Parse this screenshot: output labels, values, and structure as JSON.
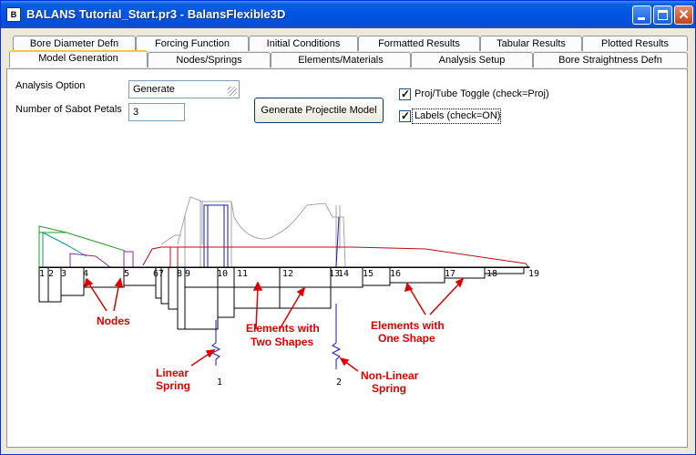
{
  "window": {
    "title": "BALANS Tutorial_Start.pr3 - BalansFlexible3D"
  },
  "tabs_back": [
    "Bore Diameter Defn",
    "Forcing Function",
    "Initial Conditions",
    "Formatted Results",
    "Tabular Results",
    "Plotted Results"
  ],
  "tabs_front": [
    "Model Generation",
    "Nodes/Springs",
    "Elements/Materials",
    "Analysis Setup",
    "Bore Straightness Defn"
  ],
  "active_tab": "Model Generation",
  "form": {
    "analysis_option_label": "Analysis Option",
    "analysis_option_value": "Generate",
    "sabot_petals_label": "Number of Sabot Petals",
    "sabot_petals_value": "3",
    "generate_button": "Generate Projectile Model",
    "proj_tube_toggle": "Proj/Tube Toggle (check=Proj)",
    "labels_toggle": "Labels (check=ON)",
    "proj_tube_checked": true,
    "labels_checked": true
  },
  "diagram": {
    "node_labels": [
      "1",
      "2",
      "3",
      "4",
      "5",
      "6",
      "7",
      "8",
      "9",
      "10",
      "11",
      "12",
      "13",
      "14",
      "15",
      "16",
      "17",
      "18",
      "19"
    ],
    "spring_labels": [
      "1",
      "2"
    ],
    "annotations": {
      "nodes": "Nodes",
      "elements_two_line1": "Elements with",
      "elements_two_line2": "Two Shapes",
      "elements_one_line1": "Elements with",
      "elements_one_line2": "One Shape",
      "linear_line1": "Linear",
      "linear_line2": "Spring",
      "nonlinear_line1": "Non-Linear",
      "nonlinear_line2": "Spring"
    },
    "annotation_color": "#e00000"
  }
}
